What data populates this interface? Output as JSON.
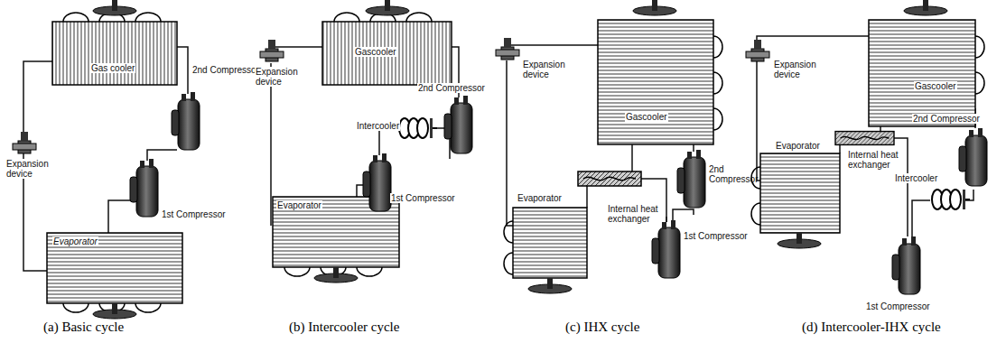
{
  "diagram": {
    "labels": [
      "Gas cooler",
      "2nd Compressor",
      "Expansion device",
      "1st Compressor",
      "Evaporator",
      "(a) Basic cycle",
      "Gascooler",
      "Expansion device",
      "2nd Compressor",
      "Intercooler",
      "Evaporator",
      "1st Compressor",
      "(b) Intercooler cycle",
      "Expansion device",
      "Gascooler",
      "2nd Compressor",
      "Evaporator",
      "Internal heat exchanger",
      "1st Compressor",
      "(c) IHX cycle",
      "Expansion device",
      "Gascooler",
      "2nd Compressor",
      "Evaporator",
      "Internal heat exchanger",
      "Intercooler",
      "1st Compressor",
      "(d) Intercooler-IHX cycle"
    ]
  }
}
